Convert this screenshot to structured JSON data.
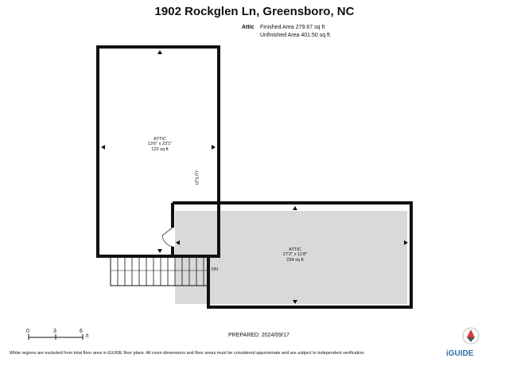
{
  "header": {
    "title": "1902 Rockglen Ln, Greensboro, NC"
  },
  "level": {
    "name": "Attic",
    "finished_area": "Finished Area 279.67 sq ft",
    "unfinished_area": "Unfinished Area 401.50 sq ft"
  },
  "rooms": {
    "upper_attic": {
      "name": "ATTIC",
      "dims": "13'6\" x 23'1\"",
      "area": "122 sq ft"
    },
    "lower_attic": {
      "name": "ATTIC",
      "dims": "27'2\" x 11'8\"",
      "area": "234 sq ft"
    },
    "utility_label": "UTILITY",
    "stairs_label": "DN"
  },
  "scale_bar": {
    "ticks": [
      "0",
      "3",
      "6"
    ],
    "unit": "ft"
  },
  "footer": {
    "prepared": "PREPARED: 2024/09/17",
    "disclaimer": "White regions are excluded from total floor area in iGUIDE floor plans. All room dimensions and floor areas must be considered approximate and are subject to independent verification.",
    "brand": "iGUIDE"
  },
  "colors": {
    "wall": "#111111",
    "unfinished_fill": "#d9d9d9",
    "brand": "#2f6fa8",
    "compass_accent": "#d13b3b"
  }
}
